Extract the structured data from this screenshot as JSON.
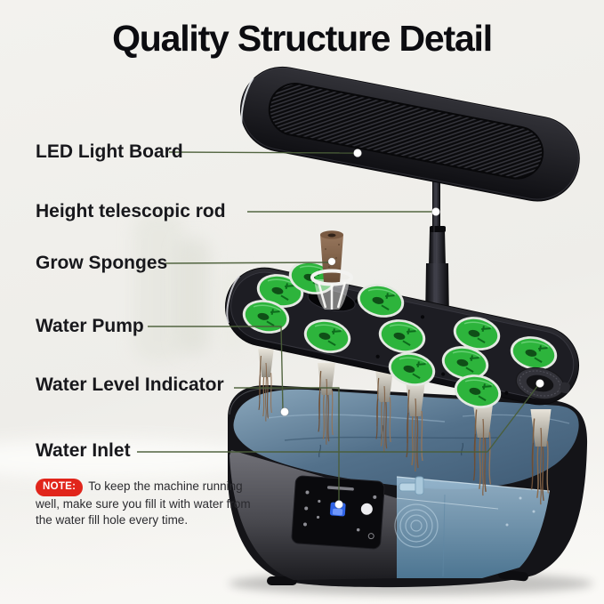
{
  "title": "Quality Structure Detail",
  "callouts": {
    "led": {
      "label": "LED Light Board"
    },
    "rod": {
      "label": "Height telescopic rod"
    },
    "sponges": {
      "label": "Grow Sponges"
    },
    "pump": {
      "label": "Water Pump"
    },
    "level": {
      "label": "Water Level Indicator"
    },
    "inlet": {
      "label": "Water Inlet"
    }
  },
  "note": {
    "badge_label": "NOTE:",
    "text": "To keep the machine running well, make sure you fill it with water from the water fill hole every time."
  },
  "product": {
    "seed_pod_count_visible": 11,
    "grow_sponge_lifted": true
  },
  "colors": {
    "leader_line": "#4a5e38",
    "note_badge_red": "#e1251b",
    "pod_green": "#2db43c",
    "water_blue": "#587a94",
    "indicator_blue": "#2f63e6",
    "background": "#f1f0ec"
  }
}
